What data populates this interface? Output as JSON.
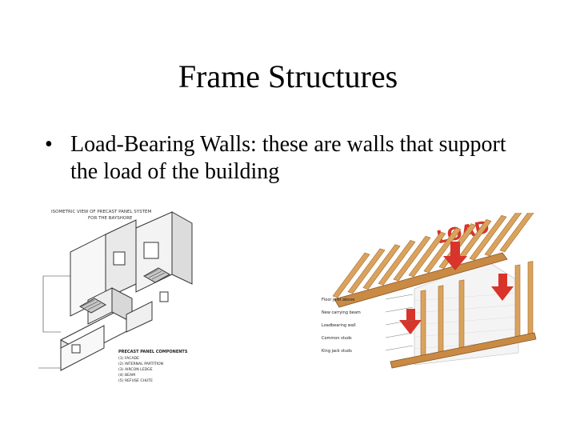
{
  "slide": {
    "title": "Frame Structures",
    "bullet": {
      "symbol": "•",
      "text": "Load-Bearing Walls: these are walls that support the load of the building"
    }
  },
  "figure_left": {
    "heading_line1": "ISOMETRIC VIEW OF PRECAST PANEL SYSTEM",
    "heading_line2": "FOR THE BAYSHORE",
    "legend_title": "PRECAST PANEL COMPONENTS",
    "legend_items": [
      "(1) FACADE",
      "(2) INTERNAL PARTITION",
      "(3) AIRCON LEDGE",
      "(4) BEAM",
      "(5) REFUSE CHUTE"
    ]
  },
  "figure_right": {
    "load_label": "LOAD",
    "callouts": [
      "Floor joist above",
      "New carrying beam",
      "Loadbearing wall",
      "Common studs",
      "King jack studs"
    ],
    "colors": {
      "wood": "#d9a35e",
      "wood_dark": "#a86a2c",
      "arrow": "#d8342a"
    }
  }
}
